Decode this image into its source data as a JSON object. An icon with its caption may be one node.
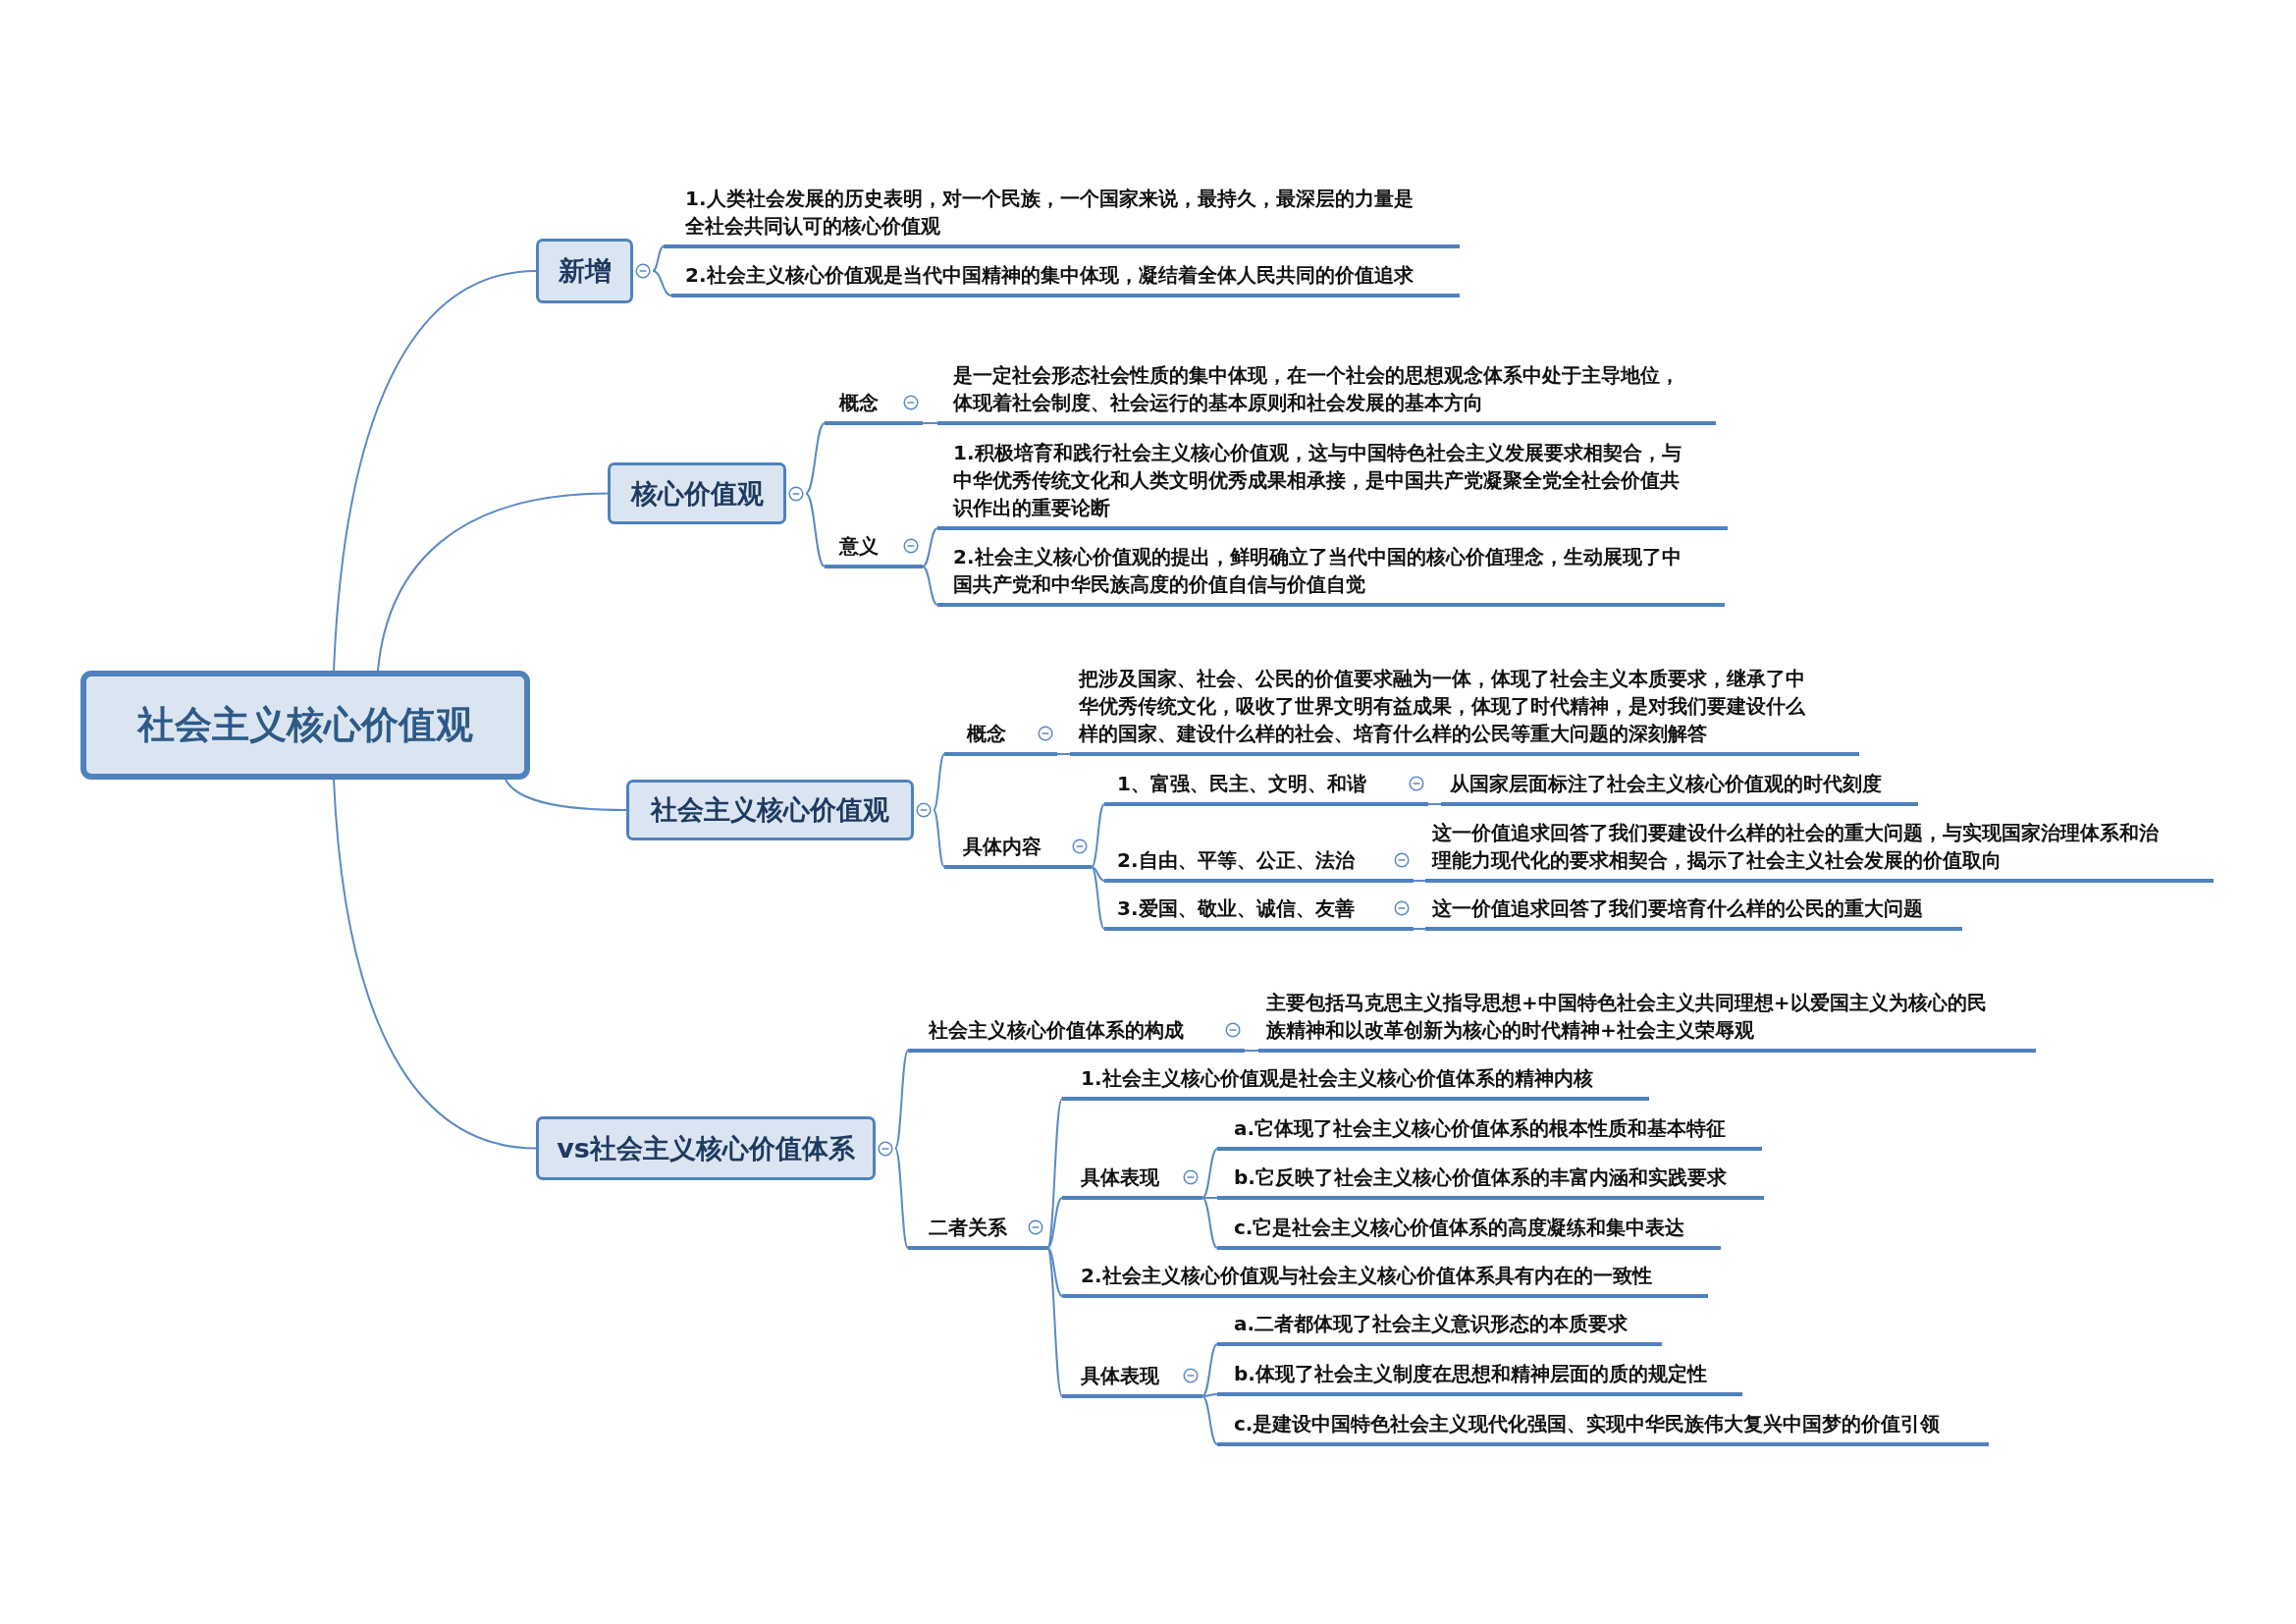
{
  "diagram": {
    "nodes": [
      {
        "text": [
          "社会主义核心价值观"
        ]
      },
      {
        "text": [
          "新增"
        ]
      },
      {
        "text": [
          "1.人类社会发展的历史表明，对一个民族，一个国家来说，最持久，最深层的力量是全社会共同认可的核心价值观"
        ]
      },
      {
        "text": [
          "2.社会主义核心价值观是当代中国精神的集中体现，凝结着全体人民共同的价值追求"
        ]
      },
      {
        "text": [
          "核心价值观"
        ]
      },
      {
        "text": [
          "概念"
        ]
      },
      {
        "text": [
          "是一定社会形态社会性质的集中体现，在一个社会的思想观念体系中处于主导地位，体现着社会制度、社会运行的基本原则和社会发展的基本方向"
        ]
      },
      {
        "text": [
          "意义"
        ]
      },
      {
        "text": [
          "1.积极培育和践行社会主义核心价值观，这与中国特色社会主义发展要求相契合，与中华优秀传统文化和人类文明优秀成果相承接，是中国共产党凝聚全党全社会价值共识作出的重要论断"
        ]
      },
      {
        "text": [
          "2.社会主义核心价值观的提出，鲜明确立了当代中国的核心价值理念，生动展现了中国共产党和中华民族高度的价值自信与价值自觉"
        ]
      },
      {
        "text": [
          "社会主义核心价值观"
        ]
      },
      {
        "text": [
          "概念"
        ]
      },
      {
        "text": [
          "把涉及国家、社会、公民的价值要求融为一体，体现了社会主义本质要求，继承了中华优秀传统文化，吸收了世界文明有益成果，体现了时代精神，是对我们要建设什么样的国家、建设什么样的社会、培育什么样的公民等重大问题的深刻解答"
        ]
      },
      {
        "text": [
          "具体内容"
        ]
      },
      {
        "text": [
          "1、富强、民主、文明、和谐"
        ]
      },
      {
        "text": [
          "从国家层面标注了社会主义核心价值观的时代刻度"
        ]
      },
      {
        "text": [
          "2.自由、平等、公正、法治"
        ]
      },
      {
        "text": [
          "这一价值追求回答了我们要建设什么样的社会的重大问题，与实现国家治理体系和治理能力现代化的要求相契合，揭示了社会主义社会发展的价值取向"
        ]
      },
      {
        "text": [
          "3.爱国、敬业、诚信、友善"
        ]
      },
      {
        "text": [
          "这一价值追求回答了我们要培育什么样的公民的重大问题"
        ]
      },
      {
        "text": [
          "vs社会主义核心价值体系"
        ]
      },
      {
        "text": [
          "社会主义核心价值体系的构成"
        ]
      },
      {
        "text": [
          "主要包括马克思主义指导思想+中国特色社会主义共同理想+以爱国主义为核心的民族精神和以改革创新为核心的时代精神+社会主义荣辱观"
        ]
      },
      {
        "text": [
          "二者关系"
        ]
      },
      {
        "text": [
          "1.社会主义核心价值观是社会主义核心价值体系的精神内核"
        ]
      },
      {
        "text": [
          "具体表现"
        ]
      },
      {
        "text": [
          "a.它体现了社会主义核心价值体系的根本性质和基本特征"
        ]
      },
      {
        "text": [
          "b.它反映了社会主义核心价值体系的丰富内涵和实践要求"
        ]
      },
      {
        "text": [
          "c.它是社会主义核心价值体系的高度凝练和集中表达"
        ]
      },
      {
        "text": [
          "2.社会主义核心价值观与社会主义核心价值体系具有内在的一致性"
        ]
      },
      {
        "text": [
          "具体表现"
        ]
      },
      {
        "text": [
          "a.二者都体现了社会主义意识形态的本质要求"
        ]
      },
      {
        "text": [
          "b.体现了社会主义制度在思想和精神层面的质的规定性"
        ]
      },
      {
        "text": [
          "c.是建设中国特色社会主义现代化强国、实现中华民族伟大复兴中国梦的价值引领"
        ]
      }
    ],
    "edges": [
      {
        "from": 0,
        "to": 1,
        "arrow": "none"
      },
      {
        "from": 0,
        "to": 4,
        "arrow": "none"
      },
      {
        "from": 0,
        "to": 10,
        "arrow": "none"
      },
      {
        "from": 0,
        "to": 20,
        "arrow": "none"
      },
      {
        "from": 1,
        "to": 2,
        "arrow": "none"
      },
      {
        "from": 1,
        "to": 3,
        "arrow": "none"
      },
      {
        "from": 4,
        "to": 5,
        "arrow": "none"
      },
      {
        "from": 4,
        "to": 7,
        "arrow": "none"
      },
      {
        "from": 5,
        "to": 6,
        "arrow": "none"
      },
      {
        "from": 7,
        "to": 8,
        "arrow": "none"
      },
      {
        "from": 7,
        "to": 9,
        "arrow": "none"
      },
      {
        "from": 10,
        "to": 11,
        "arrow": "none"
      },
      {
        "from": 10,
        "to": 13,
        "arrow": "none"
      },
      {
        "from": 11,
        "to": 12,
        "arrow": "none"
      },
      {
        "from": 13,
        "to": 14,
        "arrow": "none"
      },
      {
        "from": 13,
        "to": 16,
        "arrow": "none"
      },
      {
        "from": 13,
        "to": 18,
        "arrow": "none"
      },
      {
        "from": 14,
        "to": 15,
        "arrow": "none"
      },
      {
        "from": 16,
        "to": 17,
        "arrow": "none"
      },
      {
        "from": 18,
        "to": 19,
        "arrow": "none"
      },
      {
        "from": 20,
        "to": 21,
        "arrow": "none"
      },
      {
        "from": 20,
        "to": 23,
        "arrow": "none"
      },
      {
        "from": 21,
        "to": 22,
        "arrow": "none"
      },
      {
        "from": 23,
        "to": 24,
        "arrow": "none"
      },
      {
        "from": 23,
        "to": 25,
        "arrow": "none"
      },
      {
        "from": 23,
        "to": 29,
        "arrow": "none"
      },
      {
        "from": 23,
        "to": 30,
        "arrow": "none"
      },
      {
        "from": 25,
        "to": 26,
        "arrow": "none"
      },
      {
        "from": 25,
        "to": 27,
        "arrow": "none"
      },
      {
        "from": 25,
        "to": 28,
        "arrow": "none"
      },
      {
        "from": 30,
        "to": 31,
        "arrow": "none"
      },
      {
        "from": 30,
        "to": 32,
        "arrow": "none"
      },
      {
        "from": 30,
        "to": 33,
        "arrow": "none"
      }
    ]
  }
}
